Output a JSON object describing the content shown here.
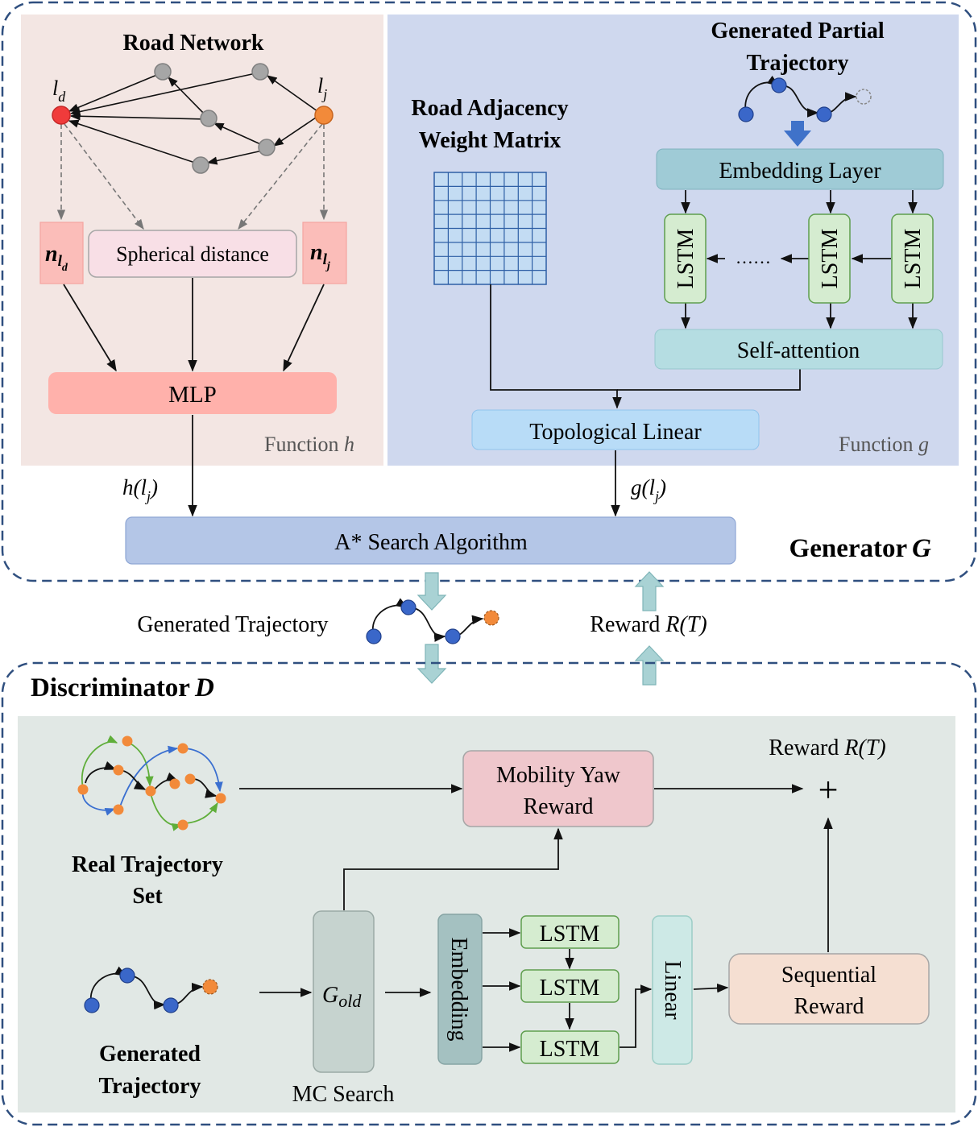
{
  "generator": {
    "title": "Generator",
    "title_symbol": "G",
    "function_h_panel": {
      "road_network_title": "Road Network",
      "node_ld": "l",
      "node_ld_sub": "d",
      "node_lj": "l",
      "node_lj_sub": "j",
      "n_ld_main": "n",
      "n_ld_sub1": "l",
      "n_ld_sub2": "d",
      "n_lj_main": "n",
      "n_lj_sub1": "l",
      "n_lj_sub2": "j",
      "spherical_distance": "Spherical distance",
      "mlp": "MLP",
      "caption": "Function ",
      "caption_var": "h"
    },
    "function_g_panel": {
      "partial_trajectory_line1": "Generated Partial",
      "partial_trajectory_line2": "Trajectory",
      "adjacency_line1": "Road Adjacency",
      "adjacency_line2": "Weight Matrix",
      "embedding_layer": "Embedding Layer",
      "lstm": "LSTM",
      "ellipsis": "……",
      "self_attention": "Self-attention",
      "topological_linear": "Topological Linear",
      "caption": "Function ",
      "caption_var": "g"
    },
    "h_output": "h(l",
    "h_output_sub": "j",
    "h_output_close": ")",
    "g_output": "g(l",
    "g_output_sub": "j",
    "g_output_close": ")",
    "astar": "A* Search Algorithm"
  },
  "middle": {
    "generated_trajectory": "Generated Trajectory",
    "reward": "Reward ",
    "reward_symbol": "R(T)"
  },
  "discriminator": {
    "title": "Discriminator",
    "title_symbol": "D",
    "real_trajectory_line1": "Real Trajectory",
    "real_trajectory_line2": "Set",
    "generated_line1": "Generated",
    "generated_line2": "Trajectory",
    "mobility_line1": "Mobility Yaw",
    "mobility_line2": "Reward",
    "reward_label": "Reward ",
    "reward_symbol": "R(T)",
    "plus": "+",
    "g_old_main": "G",
    "g_old_sub": "old",
    "mc_search": "MC Search",
    "embedding": "Embedding",
    "lstm": "LSTM",
    "linear": "Linear",
    "sequential_line1": "Sequential",
    "sequential_line2": "Reward"
  },
  "colors": {
    "panel_h": "#f3e6e3",
    "panel_g": "#cfd8ee",
    "panel_d": "#e1e8e5",
    "dashed_border": "#2f4f7f",
    "mlp": "#ffb1ab",
    "astar": "#b4c6e7",
    "embedding_layer": "#9fcbd6",
    "lstm": "#d5ecd0",
    "self_attention": "#b5dde2",
    "topological_linear": "#b8dcf7",
    "mobility": "#efc7cc",
    "sequential": "#f5dfd2",
    "node_blue": "#3a67c9",
    "node_orange": "#f28a3a",
    "node_red": "#f03b3b",
    "node_gray": "#a6a6a6"
  }
}
